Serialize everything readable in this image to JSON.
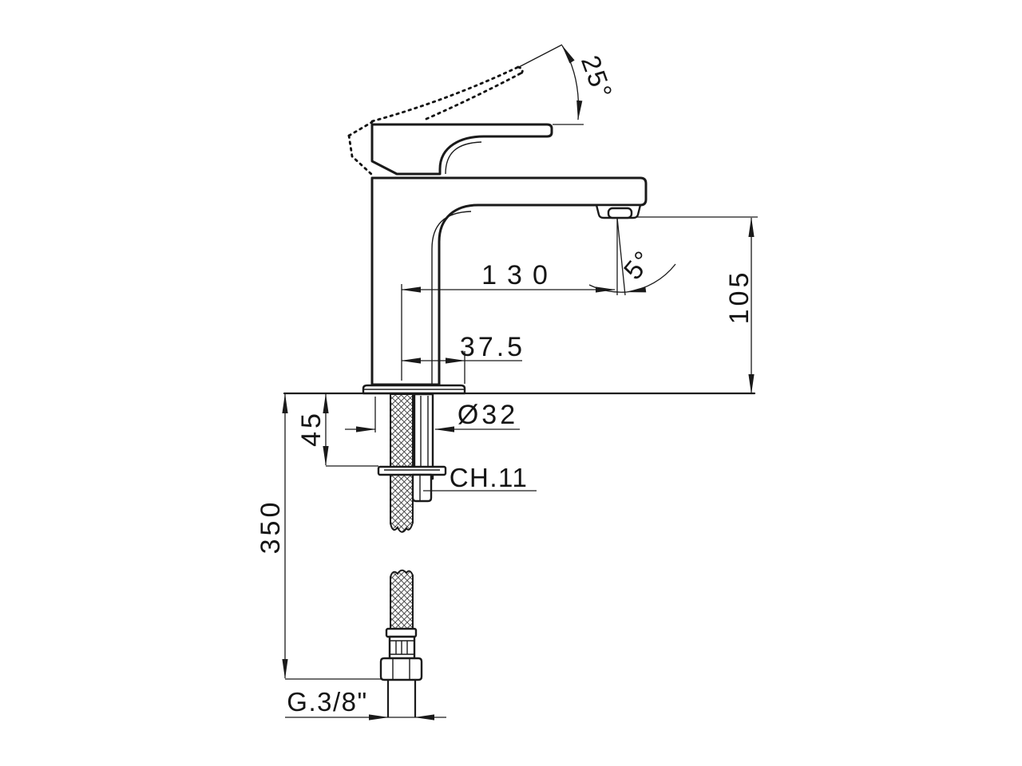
{
  "diagram": {
    "background": "#ffffff",
    "line_color": "#1a1a1a",
    "dimensions": {
      "handle_angle": "25°",
      "stream_angle": "5°",
      "spout_reach": "130",
      "spout_height": "105",
      "base_offset": "37.5",
      "clamp_range": "45",
      "hose_length": "350",
      "hole_diameter": "Ø32",
      "nut_wrench_size": "CH.11",
      "connection_thread": "G.3/8\""
    }
  }
}
